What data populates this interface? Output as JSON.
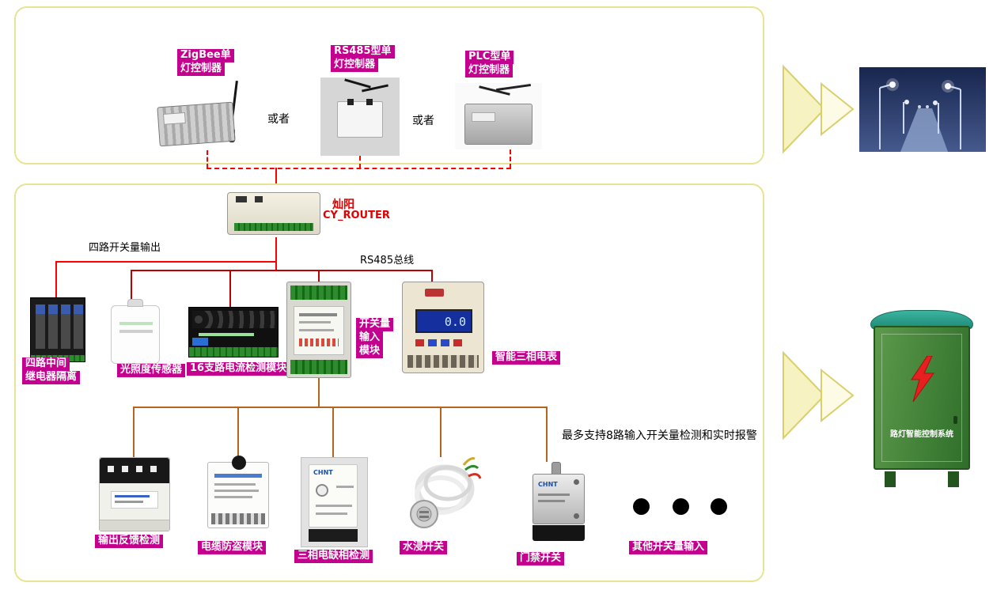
{
  "top_section": {
    "or_text": "或者",
    "controllers": [
      {
        "line1": "ZigBee单",
        "line2": "灯控制器"
      },
      {
        "line1": "RS485型单",
        "line2": "灯控制器"
      },
      {
        "line1": "PLC型单",
        "line2": "灯控制器"
      }
    ]
  },
  "router": {
    "brand": "灿阳",
    "model": "CY_ROUTER"
  },
  "bus_labels": {
    "four_way_output": "四路开关量输出",
    "rs485_bus": "RS485总线"
  },
  "middle_devices": {
    "relay_isolator": {
      "line1": "四路中间",
      "line2": "继电器隔离"
    },
    "light_sensor": {
      "label": "光照度传感器"
    },
    "current_module": {
      "label": "16支路电流检测模块"
    },
    "di_module": {
      "line1": "开关量",
      "line2": "输入",
      "line3": "模块"
    },
    "meter": {
      "label": "智能三相电表",
      "lcd_value": "0.0"
    }
  },
  "alarm_note": "最多支持8路输入开关量检测和实时报警",
  "bottom_devices": {
    "feedback": {
      "label": "输出反馈检测"
    },
    "cable_guard": {
      "label": "电缆防盗模块"
    },
    "phase_detect": {
      "label": "三相电缺相检测",
      "brand": "CHNT"
    },
    "water_switch": {
      "label": "水浸开关"
    },
    "door_switch": {
      "label": "门禁开关",
      "brand": "CHNT"
    },
    "others": {
      "label": "其他开关量输入"
    }
  },
  "cabinet": {
    "caption": "路灯智能控制系统"
  },
  "colors": {
    "label_bg": "#c4008f",
    "wire_red": "#ff0000",
    "wire_bus": "#c00000",
    "wire_orange": "#b5651d",
    "panel_border": "#e8e493"
  }
}
